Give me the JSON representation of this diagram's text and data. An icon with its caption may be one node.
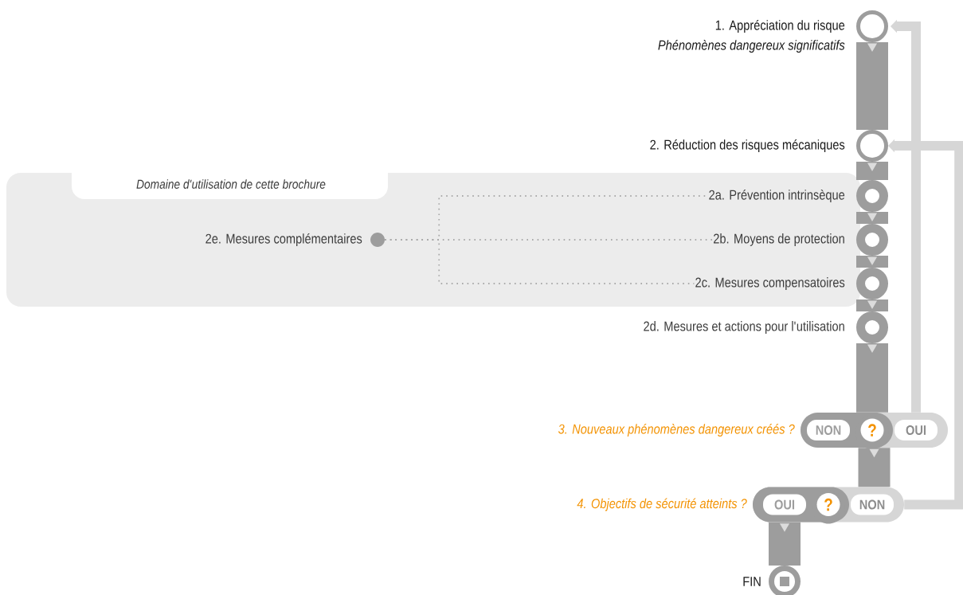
{
  "diagram": {
    "nodes": [
      {
        "text": [
          "1. Appréciation du risque",
          "Phénomènes dangereux significatifs"
        ]
      },
      {
        "text": [
          "2. Réduction des risques mécaniques"
        ]
      },
      {
        "text": [
          "Domaine d'utilisation de cette brochure"
        ]
      },
      {
        "text": [
          "2a. Prévention intrinsèque"
        ]
      },
      {
        "text": [
          "2b. Moyens de protection"
        ]
      },
      {
        "text": [
          "2c. Mesures compensatoires"
        ]
      },
      {
        "text": [
          "2e. Mesures complémentaires"
        ],
        "in": 2
      },
      {
        "text": [
          "2d. Mesures et actions pour l'utilisation"
        ]
      },
      {
        "text": [
          "3. Nouveaux phénomènes dangereux créés ?",
          "NON",
          "?",
          "OUI"
        ]
      },
      {
        "text": [
          "4. Objectifs de sécurité atteints ?",
          "OUI",
          "?",
          "NON"
        ]
      },
      {
        "text": [
          "FIN"
        ]
      }
    ],
    "edges": [
      {
        "from": 0,
        "to": 1,
        "arrow": "to"
      },
      {
        "from": 1,
        "to": 3,
        "arrow": "to"
      },
      {
        "from": 3,
        "to": 4,
        "arrow": "to"
      },
      {
        "from": 4,
        "to": 5,
        "arrow": "to"
      },
      {
        "from": 5,
        "to": 7,
        "arrow": "to"
      },
      {
        "from": 7,
        "to": 8,
        "arrow": "to"
      },
      {
        "from": 8,
        "to": 9,
        "arrow": "to"
      },
      {
        "from": 9,
        "to": 10,
        "arrow": "to"
      },
      {
        "from": 9,
        "to": 1,
        "arrow": "to",
        "color": "#d6d6d6"
      },
      {
        "from": 8,
        "to": 0,
        "arrow": "to",
        "color": "#d6d6d6"
      },
      {
        "from": 6,
        "to": 3,
        "arrow": "none",
        "style": "dashed"
      },
      {
        "from": 6,
        "to": 4,
        "arrow": "none",
        "style": "dashed"
      },
      {
        "from": 6,
        "to": 5,
        "arrow": "none",
        "style": "dashed"
      }
    ]
  }
}
